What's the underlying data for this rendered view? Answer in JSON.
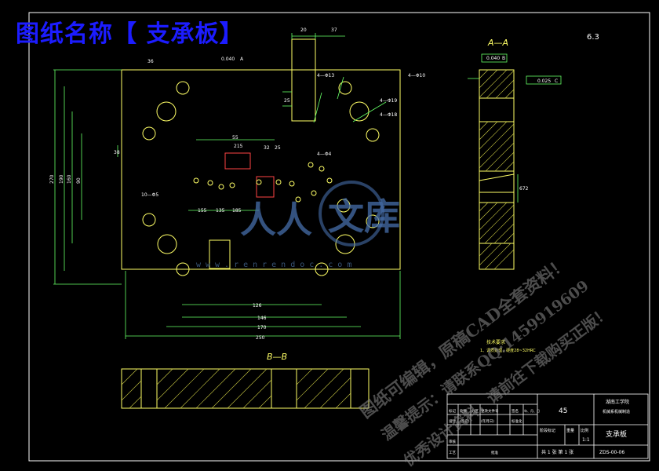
{
  "title_banner": "图纸名称【 支承板】",
  "watermark": {
    "line1": "图纸可编辑，原稿CAD全套资料！",
    "line2": "温馨提示：请联系QQ:1459919609",
    "line3": "优秀设计资料，请前往下载购买正版！",
    "site": "www.renrendoc.com",
    "logo_left": "人人",
    "logo_right": "文库"
  },
  "views": {
    "section_aa": "A—A",
    "section_bb": "B—B",
    "roughness": "6.3"
  },
  "tolerances": {
    "top_perp": "0.040",
    "top_datum": "A",
    "right_perp": "0.040",
    "right_datum": "B",
    "parallel": "0.025",
    "parallel_datum": "C"
  },
  "dimensions": {
    "overall_width": "250",
    "width_170": "170",
    "width_146": "146",
    "width_126": "126",
    "height_270": "270",
    "height_190": "190",
    "height_160": "160",
    "height_90": "90",
    "dim_20": "20",
    "dim_37": "37",
    "dim_25": "25",
    "dim_55": "55",
    "dim_215": "215",
    "dim_135": "135",
    "dim_155": "155",
    "dim_185": "185",
    "dim_32": "32",
    "dim_38": "38",
    "dim_25b": "25",
    "dim_672": "672",
    "dim_36": "36",
    "holes_a": "4—Φ13",
    "holes_b": "4—Φ10",
    "holes_c": "4—Φ19",
    "holes_d": "4—Φ18",
    "holes_e": "10—Φ5",
    "holes_f": "4—Φ4"
  },
  "notes": {
    "tech_title": "技术要求",
    "tech_body": "1、调质处理，硬度28~32HRC"
  },
  "title_block": {
    "material": "45",
    "school": "湖南工学院",
    "dept": "机械系机械制造",
    "part_name": "支承板",
    "drawing_no": "ZDS-00-06",
    "scale_label": "比例",
    "scale": "1:1",
    "sheets": "共 1 张 第 1 张",
    "weight_label": "重量",
    "stage_label": "阶段标记",
    "r1c1": "标记",
    "r1c2": "处数",
    "r1c3": "分区",
    "r1c4": "更改文件号",
    "r1c5": "签名",
    "r1c6": "年、月、日",
    "r2c1": "设计",
    "r2c2": "(签名)",
    "r2c3": "(年月日)",
    "r2c4": "标准化",
    "r3c1": "审核",
    "r4c1": "工艺",
    "r4c2": "批准"
  },
  "colors": {
    "line": "#ffff66",
    "dim": "#66ff66",
    "hatch": "#cccc44",
    "text": "#ffffff",
    "banner": "#1c1cff"
  }
}
